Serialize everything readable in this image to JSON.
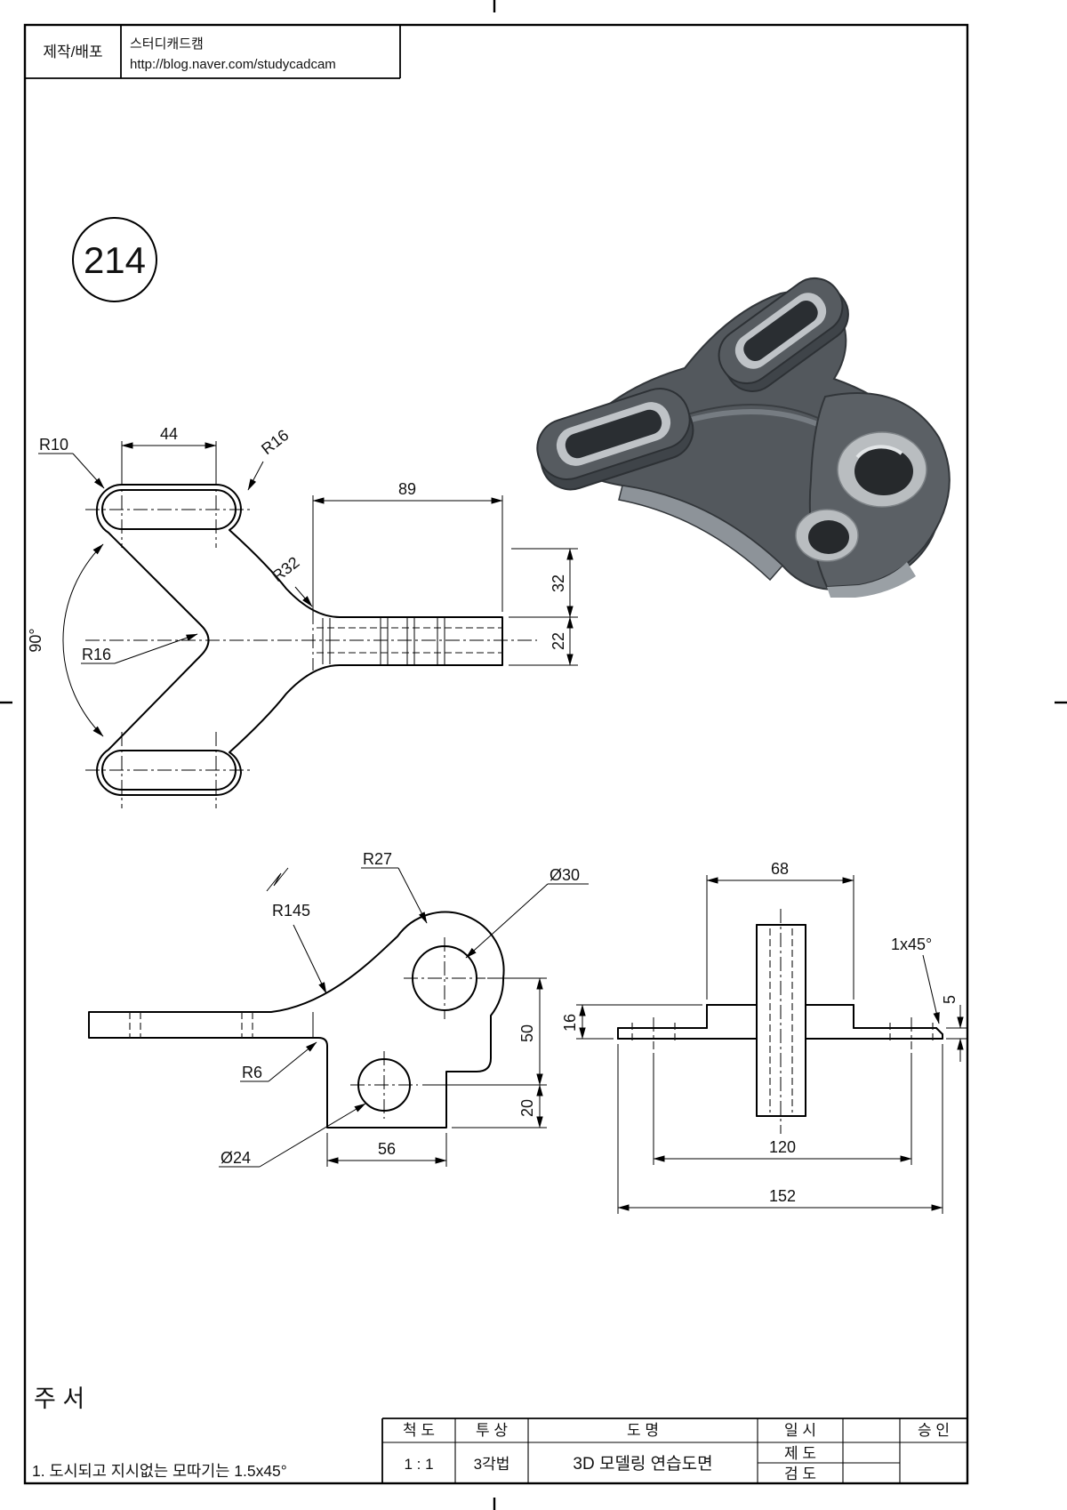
{
  "sheet": {
    "maker": {
      "label": "제작/배포",
      "name": "스터디캐드캠",
      "url": "http://blog.naver.com/studycadcam"
    },
    "part_number": "214",
    "notes": {
      "title": "주  서",
      "item1": "1. 도시되고 지시없는 모따기는 1.5x45°"
    },
    "title_block": {
      "scale_label": "척  도",
      "projection_label": "투  상",
      "title_label": "도    명",
      "date_label": "일  시",
      "approve_label": "승  인",
      "draft_label": "제  도",
      "check_label": "검  도",
      "scale_value": "1 : 1",
      "projection_value": "3각법",
      "title_value": "3D 모델링 연습도면"
    }
  },
  "front_view": {
    "dims": {
      "r10": "R10",
      "w44": "44",
      "r16_top": "R16",
      "len89": "89",
      "r32": "R32",
      "h32": "32",
      "h22": "22",
      "ang90": "90°",
      "r16_left": "R16"
    }
  },
  "side_view": {
    "dims": {
      "r145": "R145",
      "r27": "R27",
      "d30": "Ø30",
      "r6": "R6",
      "d24": "Ø24",
      "h50": "50",
      "h20": "20",
      "w56": "56"
    }
  },
  "end_view": {
    "dims": {
      "w68": "68",
      "chamfer": "1x45°",
      "t5": "5",
      "t16": "16",
      "w120": "120",
      "w152": "152"
    }
  }
}
